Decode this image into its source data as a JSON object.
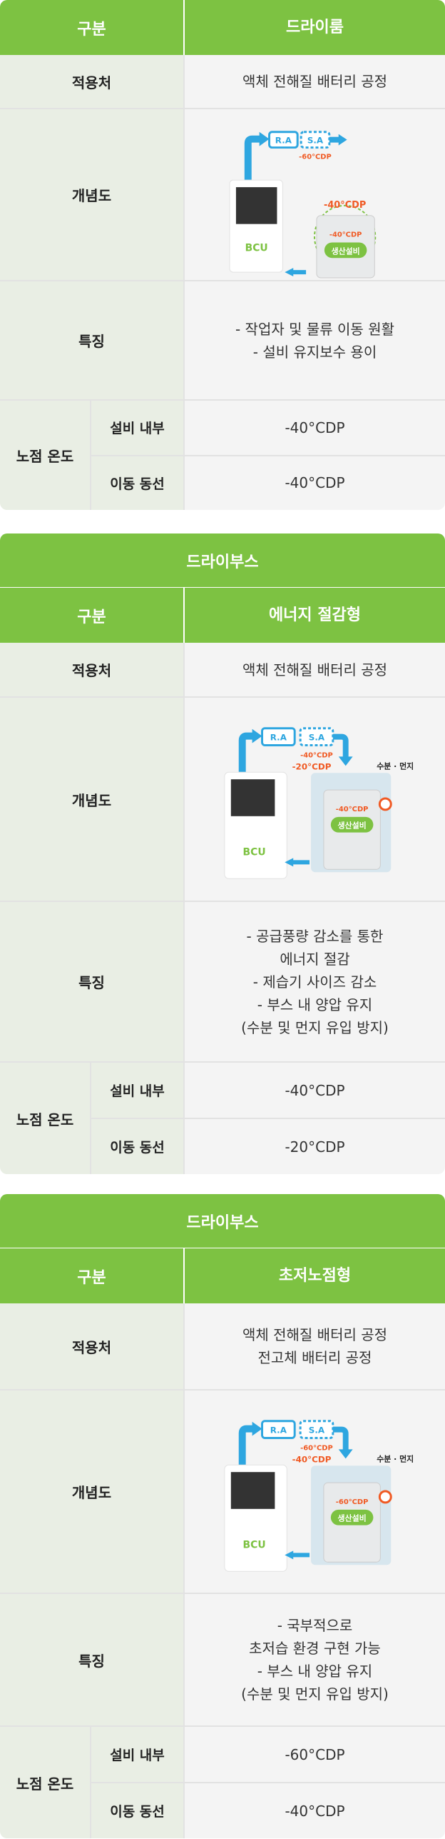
{
  "colors": {
    "green": "#7dc242",
    "blue": "#2ea6e0",
    "orange": "#f05a24"
  },
  "tables": [
    {
      "header": {
        "col1": "구분",
        "col2": "드라이룸"
      },
      "applied_label": "적용처",
      "applied": [
        "액체 전해질 배터리 공정"
      ],
      "diagram_label": "개념도",
      "diagram": {
        "ra": "R.A",
        "sa": "S.A",
        "bcu": "BCU",
        "sa_temp": "-60°CDP",
        "room_temp": "-40°CDP",
        "equip_temp": "-40°CDP",
        "equip": "생산설비"
      },
      "features_label": "특징",
      "features": [
        "- 작업자 및 물류 이동 원활",
        "- 설비 유지보수 용이"
      ],
      "dew_label": "노점 온도",
      "dew": [
        {
          "label": "설비 내부",
          "value": "-40°CDP"
        },
        {
          "label": "이동 동선",
          "value": "-40°CDP"
        }
      ]
    },
    {
      "title": "드라이부스",
      "header": {
        "col1": "구분",
        "col2": "에너지 절감형"
      },
      "applied_label": "적용처",
      "applied": [
        "액체 전해질 배터리 공정"
      ],
      "diagram_label": "개념도",
      "diagram": {
        "ra": "R.A",
        "sa": "S.A",
        "bcu": "BCU",
        "sa_temp": "-40°CDP",
        "room_temp": "-20°CDP",
        "equip_temp": "-40°CDP",
        "equip": "생산설비",
        "contaminant": "수분 · 먼지"
      },
      "features_label": "특징",
      "features": [
        "- 공급풍량 감소를 통한",
        "에너지 절감",
        "- 제습기 사이즈 감소",
        "- 부스 내 양압 유지",
        "(수분 및 먼지 유입 방지)"
      ],
      "dew_label": "노점 온도",
      "dew": [
        {
          "label": "설비 내부",
          "value": "-40°CDP"
        },
        {
          "label": "이동 동선",
          "value": "-20°CDP"
        }
      ]
    },
    {
      "title": "드라이부스",
      "header": {
        "col1": "구분",
        "col2": "초저노점형"
      },
      "applied_label": "적용처",
      "applied": [
        "액체 전해질 배터리 공정",
        "전고체 배터리 공정"
      ],
      "diagram_label": "개념도",
      "diagram": {
        "ra": "R.A",
        "sa": "S.A",
        "bcu": "BCU",
        "sa_temp": "-60°CDP",
        "room_temp": "-40°CDP",
        "equip_temp": "-60°CDP",
        "equip": "생산설비",
        "contaminant": "수분 · 먼지"
      },
      "features_label": "특징",
      "features": [
        "- 국부적으로",
        "초저습 환경 구현 가능",
        "- 부스 내 양압 유지",
        "(수분 및 먼지 유입 방지)"
      ],
      "dew_label": "노점 온도",
      "dew": [
        {
          "label": "설비 내부",
          "value": "-60°CDP"
        },
        {
          "label": "이동 동선",
          "value": "-40°CDP"
        }
      ]
    }
  ]
}
